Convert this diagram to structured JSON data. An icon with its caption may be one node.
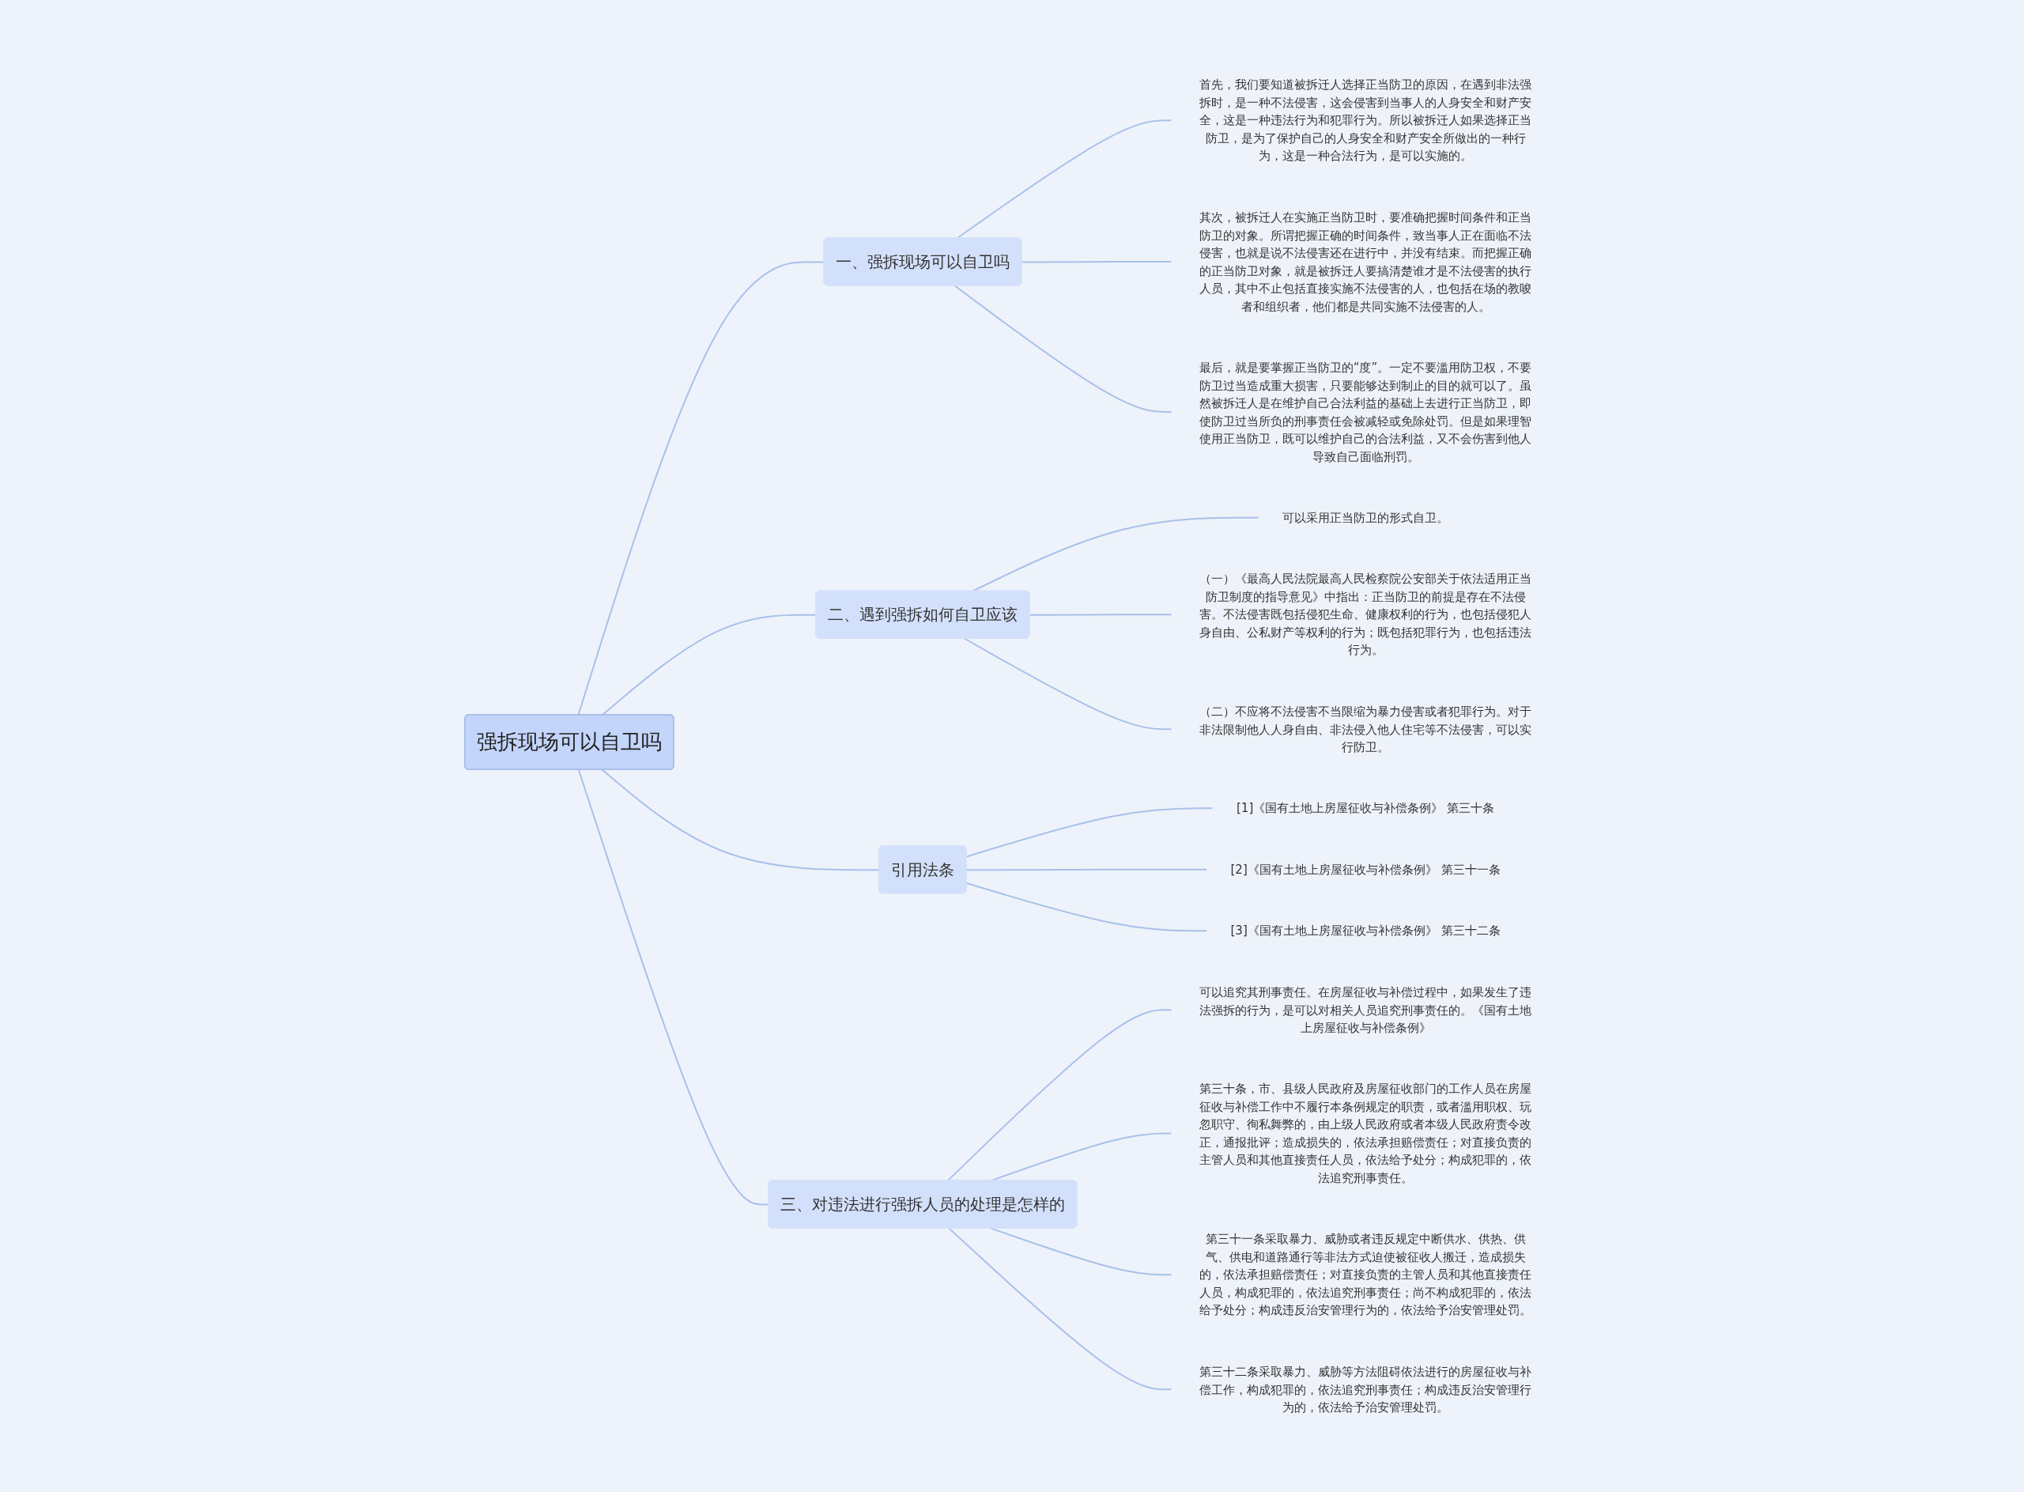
{
  "diagram": {
    "nodes": [
      {
        "text": [
          "强拆现场可以自卫吗"
        ]
      },
      {
        "text": [
          "一、强拆现场可以自卫吗"
        ]
      },
      {
        "text": [
          "首先，我们要知道被拆迁人选择正当防卫的原因，在遇到非法强拆时，是一种不法侵害，这会侵害到当事人的人身安全和财产安全，这是一种违法行为和犯罪行为。所以被拆迁人如果选择正当防卫，是为了保护自己的人身安全和财产安全所做出的一种行为，这是一种合法行为，是可以实施的。"
        ]
      },
      {
        "text": [
          "其次，被拆迁人在实施正当防卫时，要准确把握时间条件和正当防卫的对象。所谓把握正确的时间条件，致当事人正在面临不法侵害，也就是说不法侵害还在进行中，并没有结束。而把握正确的正当防卫对象，就是被拆迁人要搞清楚谁才是不法侵害的执行人员，其中不止包括直接实施不法侵害的人，也包括在场的教唆者和组织者，他们都是共同实施不法侵害的人。"
        ]
      },
      {
        "text": [
          "最后，就是要掌握正当防卫的“度”。一定不要滥用防卫权，不要防卫过当造成重大损害，只要能够达到制止的目的就可以了。虽然被拆迁人是在维护自己合法利益的基础上去进行正当防卫，即使防卫过当所负的刑事责任会被减轻或免除处罚。但是如果理智使用正当防卫，既可以维护自己的合法利益，又不会伤害到他人导致自己面临刑罚。"
        ]
      },
      {
        "text": [
          "二、遇到强拆如何自卫应该"
        ]
      },
      {
        "text": [
          "可以采用正当防卫的形式自卫。"
        ]
      },
      {
        "text": [
          "（一）《最高人民法院最高人民检察院公安部关于依法适用正当防卫制度的指导意见》中指出：正当防卫的前提是存在不法侵害。不法侵害既包括侵犯生命、健康权利的行为，也包括侵犯人身自由、公私财产等权利的行为；既包括犯罪行为，也包括违法行为。"
        ]
      },
      {
        "text": [
          "（二）不应将不法侵害不当限缩为暴力侵害或者犯罪行为。对于非法限制他人人身自由、非法侵入他人住宅等不法侵害，可以实行防卫。"
        ]
      },
      {
        "text": [
          "引用法条"
        ]
      },
      {
        "text": [
          "[1]《国有土地上房屋征收与补偿条例》 第三十条"
        ]
      },
      {
        "text": [
          "[2]《国有土地上房屋征收与补偿条例》 第三十一条"
        ]
      },
      {
        "text": [
          "[3]《国有土地上房屋征收与补偿条例》 第三十二条"
        ]
      },
      {
        "text": [
          "三、对违法进行强拆人员的处理是怎样的"
        ]
      },
      {
        "text": [
          "可以追究其刑事责任。在房屋征收与补偿过程中，如果发生了违法强拆的行为，是可以对相关人员追究刑事责任的。《国有土地上房屋征收与补偿条例》"
        ]
      },
      {
        "text": [
          "第三十条，市、县级人民政府及房屋征收部门的工作人员在房屋征收与补偿工作中不履行本条例规定的职责，或者滥用职权、玩忽职守、徇私舞弊的，由上级人民政府或者本级人民政府责令改正，通报批评；造成损失的，依法承担赔偿责任；对直接负责的主管人员和其他直接责任人员，依法给予处分；构成犯罪的，依法追究刑事责任。"
        ]
      },
      {
        "text": [
          "第三十一条采取暴力、威胁或者违反规定中断供水、供热、供气、供电和道路通行等非法方式迫使被征收人搬迁，造成损失的，依法承担赔偿责任；对直接负责的主管人员和其他直接责任人员，构成犯罪的，依法追究刑事责任；尚不构成犯罪的，依法给予处分；构成违反治安管理行为的，依法给予治安管理处罚。"
        ]
      },
      {
        "text": [
          "第三十二条采取暴力、威胁等方法阻碍依法进行的房屋征收与补偿工作，构成犯罪的，依法追究刑事责任；构成违反治安管理行为的，依法给予治安管理处罚。"
        ]
      }
    ],
    "edges": [
      {
        "from": 0,
        "to": 1,
        "arrow": "none"
      },
      {
        "from": 1,
        "to": 2,
        "arrow": "none"
      },
      {
        "from": 1,
        "to": 3,
        "arrow": "none"
      },
      {
        "from": 1,
        "to": 4,
        "arrow": "none"
      },
      {
        "from": 0,
        "to": 5,
        "arrow": "none"
      },
      {
        "from": 5,
        "to": 6,
        "arrow": "none"
      },
      {
        "from": 5,
        "to": 7,
        "arrow": "none"
      },
      {
        "from": 5,
        "to": 8,
        "arrow": "none"
      },
      {
        "from": 0,
        "to": 9,
        "arrow": "none"
      },
      {
        "from": 9,
        "to": 10,
        "arrow": "none"
      },
      {
        "from": 9,
        "to": 11,
        "arrow": "none"
      },
      {
        "from": 9,
        "to": 12,
        "arrow": "none"
      },
      {
        "from": 0,
        "to": 13,
        "arrow": "none"
      },
      {
        "from": 13,
        "to": 14,
        "arrow": "none"
      },
      {
        "from": 13,
        "to": 15,
        "arrow": "none"
      },
      {
        "from": 13,
        "to": 16,
        "arrow": "none"
      },
      {
        "from": 13,
        "to": 17,
        "arrow": "none"
      }
    ]
  }
}
